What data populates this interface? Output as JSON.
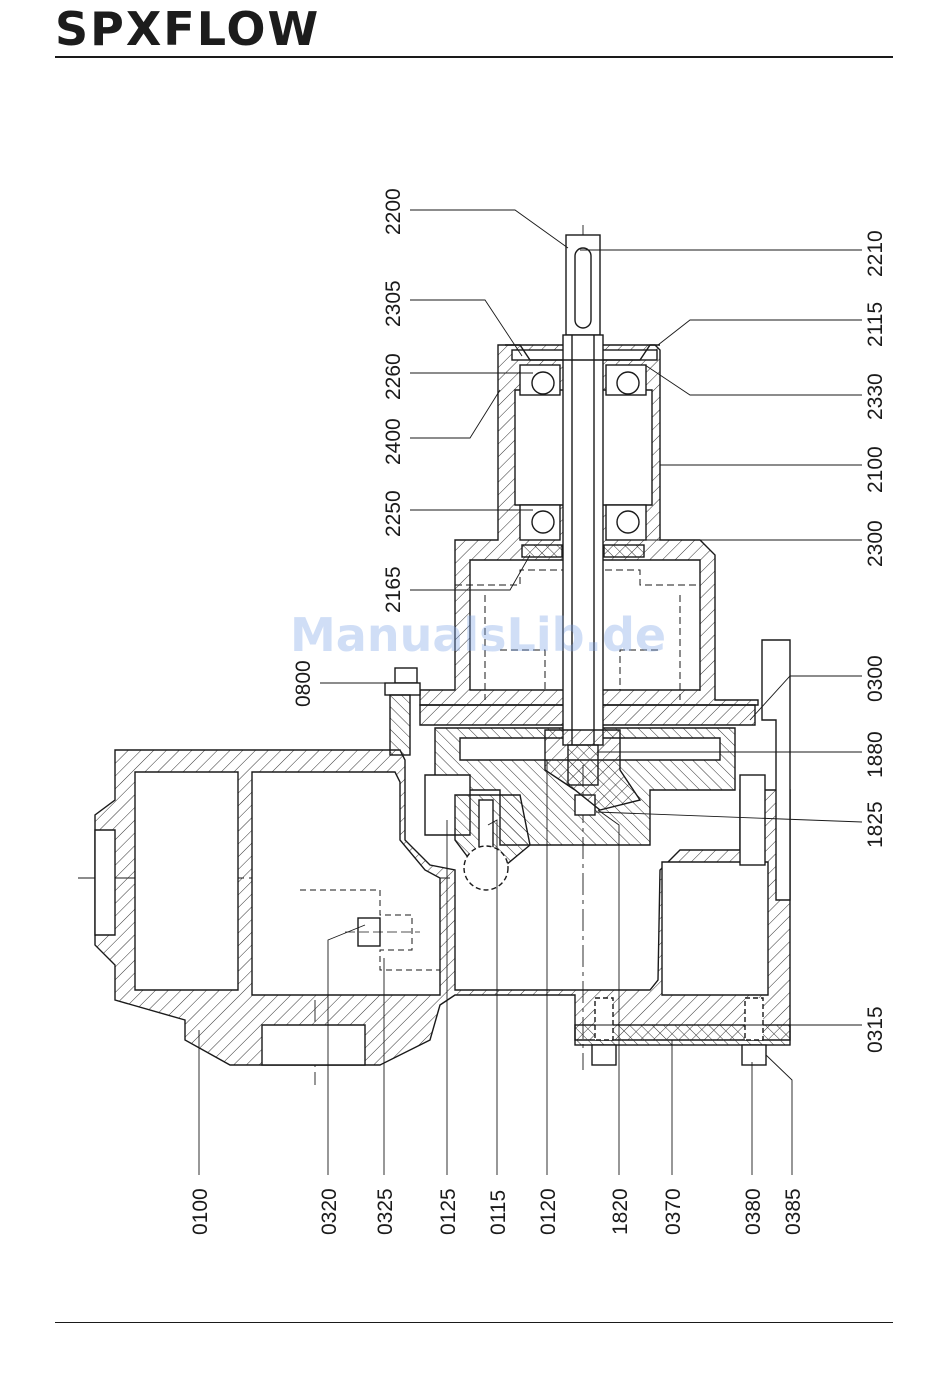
{
  "header": {
    "brand": "SPXFLOW"
  },
  "watermark": "ManualsLib.de",
  "drawing": {
    "part_labels": {
      "p2200": "2200",
      "p2305": "2305",
      "p2260": "2260",
      "p2400": "2400",
      "p2250": "2250",
      "p2165": "2165",
      "p0800": "0800",
      "p2210": "2210",
      "p2115": "2115",
      "p2330": "2330",
      "p2100": "2100",
      "p2300": "2300",
      "p0300": "0300",
      "p1880": "1880",
      "p1825": "1825",
      "p0315": "0315",
      "p0100": "0100",
      "p0320": "0320",
      "p0325": "0325",
      "p0125": "0125",
      "p0115": "0115",
      "p0120": "0120",
      "p1820": "1820",
      "p0370": "0370",
      "p0380": "0380",
      "p0385": "0385"
    }
  }
}
